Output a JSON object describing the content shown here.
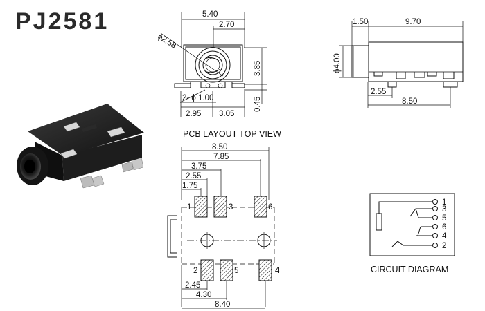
{
  "title": "PJ2581",
  "captions": {
    "pcb_layout": "PCB LAYOUT TOP VIEW",
    "circuit": "CIRCUIT DIAGRAM"
  },
  "front_view": {
    "dims": {
      "width_top": "5.40",
      "half_width": "2.70",
      "hole_dia": "ϕ2.58",
      "height_right": "3.85",
      "foot_height": "0.45",
      "pin_dia": "2- ϕ 1.00",
      "left_offset": "2.95",
      "right_offset": "3.05"
    }
  },
  "side_view": {
    "dims": {
      "nose_length": "1.50",
      "body_length": "9.70",
      "diameter": "ϕ4.00",
      "pin_offset": "2.55",
      "pin_span": "8.50"
    }
  },
  "pcb_layout": {
    "top_dims": [
      "8.50",
      "7.85",
      "3.75",
      "2.55",
      "1.75"
    ],
    "bottom_dims": [
      "2.45",
      "4.30",
      "8.40"
    ],
    "pin_labels": [
      "1",
      "3",
      "6",
      "2",
      "5",
      "4"
    ]
  },
  "circuit": {
    "pins": [
      "1",
      "3",
      "5",
      "6",
      "4",
      "2"
    ]
  }
}
